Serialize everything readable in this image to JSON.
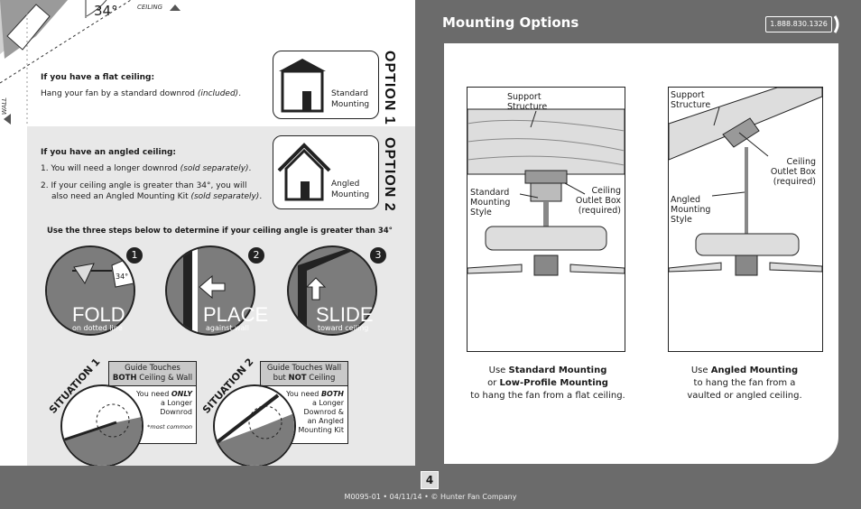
{
  "fold": {
    "angle": "34°",
    "ceiling_label": "CEILING",
    "wall_label": "WALL"
  },
  "option1": {
    "title": "OPTION 1",
    "heading": "If you have a flat ceiling:",
    "text_a": "Hang your fan by a standard downrod ",
    "text_b": "(included)",
    "text_c": ".",
    "house_label": "Standard Mounting"
  },
  "option2": {
    "title": "OPTION 2",
    "heading": "If you have an angled ceiling:",
    "item1_a": "1. You will need a longer downrod ",
    "item1_b": "(sold separately)",
    "item1_c": ".",
    "item2_a": "2. If your ceiling angle is greater than 34°, you will",
    "item2_b": "also need an Angled Mounting Kit ",
    "item2_c": "(sold separately)",
    "item2_d": ".",
    "house_label": "Angled Mounting"
  },
  "steps_heading": "Use the three steps below to determine if your ceiling angle is greater than 34°",
  "steps": [
    {
      "num": "1",
      "word": "FOLD",
      "sub": "on dotted line",
      "angle": "34°"
    },
    {
      "num": "2",
      "word": "PLACE",
      "sub": "against wall"
    },
    {
      "num": "3",
      "word": "SLIDE",
      "sub": "toward ceiling"
    }
  ],
  "situation1": {
    "label": "SITUATION 1",
    "box_a": "Guide Touches",
    "box_b1": "BOTH",
    "box_b2": " Ceiling & Wall",
    "need_a": "You need ",
    "need_b": "ONLY",
    "need_c": "a Longer",
    "need_d": "Downrod",
    "note": "*most common"
  },
  "situation2": {
    "label": "SITUATION 2",
    "box_a": "Guide Touches Wall",
    "box_b1": "but ",
    "box_b2": "NOT",
    "box_b3": " Ceiling",
    "need_a": "You need ",
    "need_b": "BOTH",
    "need_c": "a Longer",
    "need_d": "Downrod &",
    "need_e": "an Angled",
    "need_f": "Mounting Kit"
  },
  "right": {
    "title": "Mounting Options",
    "phone": "1.888.830.1326",
    "fig1": {
      "support": "Support Structure",
      "style": "Standard Mounting Style",
      "outlet": "Ceiling Outlet Box (required)",
      "cap_a": "Use ",
      "cap_b": "Standard Mounting",
      "cap_c": "or ",
      "cap_d": "Low-Profile Mounting",
      "cap_e": "to hang the fan from a flat ceiling."
    },
    "fig2": {
      "support": "Support Structure",
      "outlet": "Ceiling Outlet Box (required)",
      "style": "Angled Mounting Style",
      "cap_a": "Use ",
      "cap_b": "Angled Mounting",
      "cap_c": "to hang the fan from a",
      "cap_d": "vaulted or angled ceiling."
    }
  },
  "footer": {
    "page": "4",
    "code": "M0095-01 • 04/11/14 • © Hunter Fan Company"
  }
}
